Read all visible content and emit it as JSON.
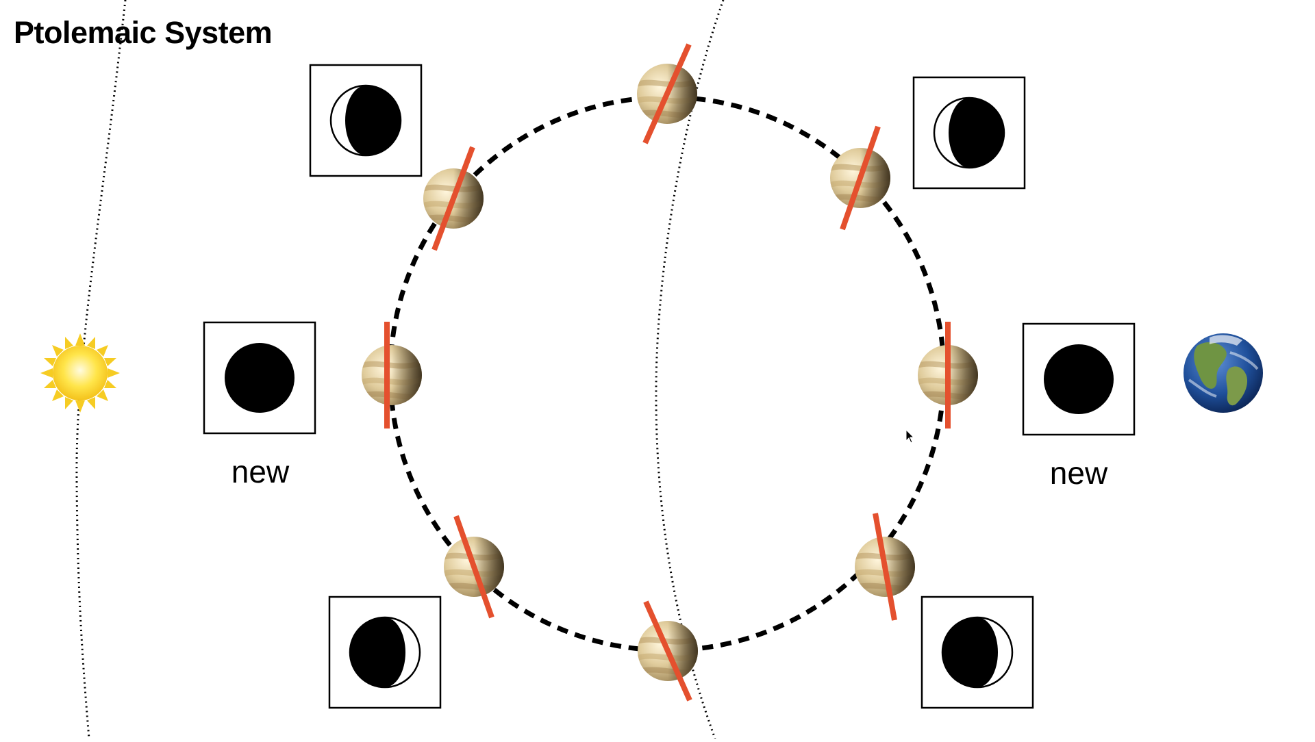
{
  "title": "Ptolemaic System",
  "labels": {
    "new_left": "new",
    "new_right": "new"
  },
  "colors": {
    "orbit": "#000000",
    "terminator_line": "#e4502e",
    "sun_core": "#ffe54a",
    "sun_edge": "#f4c21b",
    "earth_ocean": "#1f4f9a",
    "earth_land": "#5f8a3a",
    "venus_light": "#eadcb8",
    "venus_dark": "#4a3c25"
  },
  "icons": {
    "sun": "sun-icon",
    "earth": "earth-icon",
    "planet": "venus-icon",
    "phase": "moon-phase-icon",
    "cursor": "mouse-cursor-icon"
  },
  "phases": [
    {
      "id": "phase-upper-left",
      "phase": "crescent",
      "lit_side": "left"
    },
    {
      "id": "phase-upper-right",
      "phase": "crescent",
      "lit_side": "left"
    },
    {
      "id": "phase-new-left",
      "phase": "new"
    },
    {
      "id": "phase-new-right",
      "phase": "new"
    },
    {
      "id": "phase-lower-left",
      "phase": "crescent",
      "lit_side": "right"
    },
    {
      "id": "phase-lower-right",
      "phase": "crescent",
      "lit_side": "right"
    }
  ]
}
